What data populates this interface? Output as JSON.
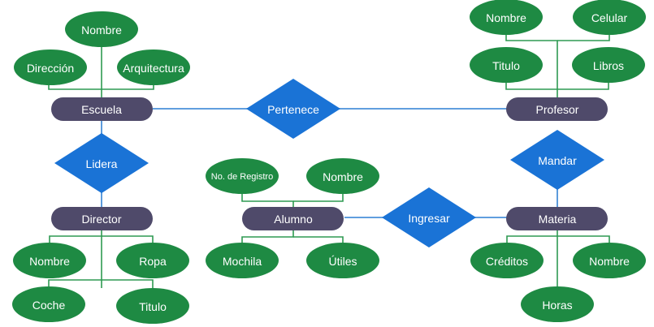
{
  "entities": {
    "escuela": "Escuela",
    "profesor": "Profesor",
    "director": "Director",
    "alumno": "Alumno",
    "materia": "Materia"
  },
  "relationships": {
    "pertenece": "Pertenece",
    "lidera": "Lidera",
    "mandar": "Mandar",
    "ingresar": "Ingresar"
  },
  "attributes": {
    "escuela": {
      "nombre": "Nombre",
      "direccion": "Dirección",
      "arquitectura": "Arquitectura"
    },
    "profesor": {
      "nombre": "Nombre",
      "celular": "Celular",
      "titulo": "Titulo",
      "libros": "Libros"
    },
    "director": {
      "nombre": "Nombre",
      "ropa": "Ropa",
      "coche": "Coche",
      "titulo": "Titulo"
    },
    "alumno": {
      "registro": "No. de Registro",
      "nombre": "Nombre",
      "mochila": "Mochila",
      "utiles": "Útiles"
    },
    "materia": {
      "creditos": "Créditos",
      "nombre": "Nombre",
      "horas": "Horas"
    }
  },
  "colors": {
    "entity": "#4f4a6a",
    "attribute": "#1e8a43",
    "relationship": "#1a73d6",
    "attr_line": "#2e9a52",
    "rel_line": "#4a90d9"
  }
}
